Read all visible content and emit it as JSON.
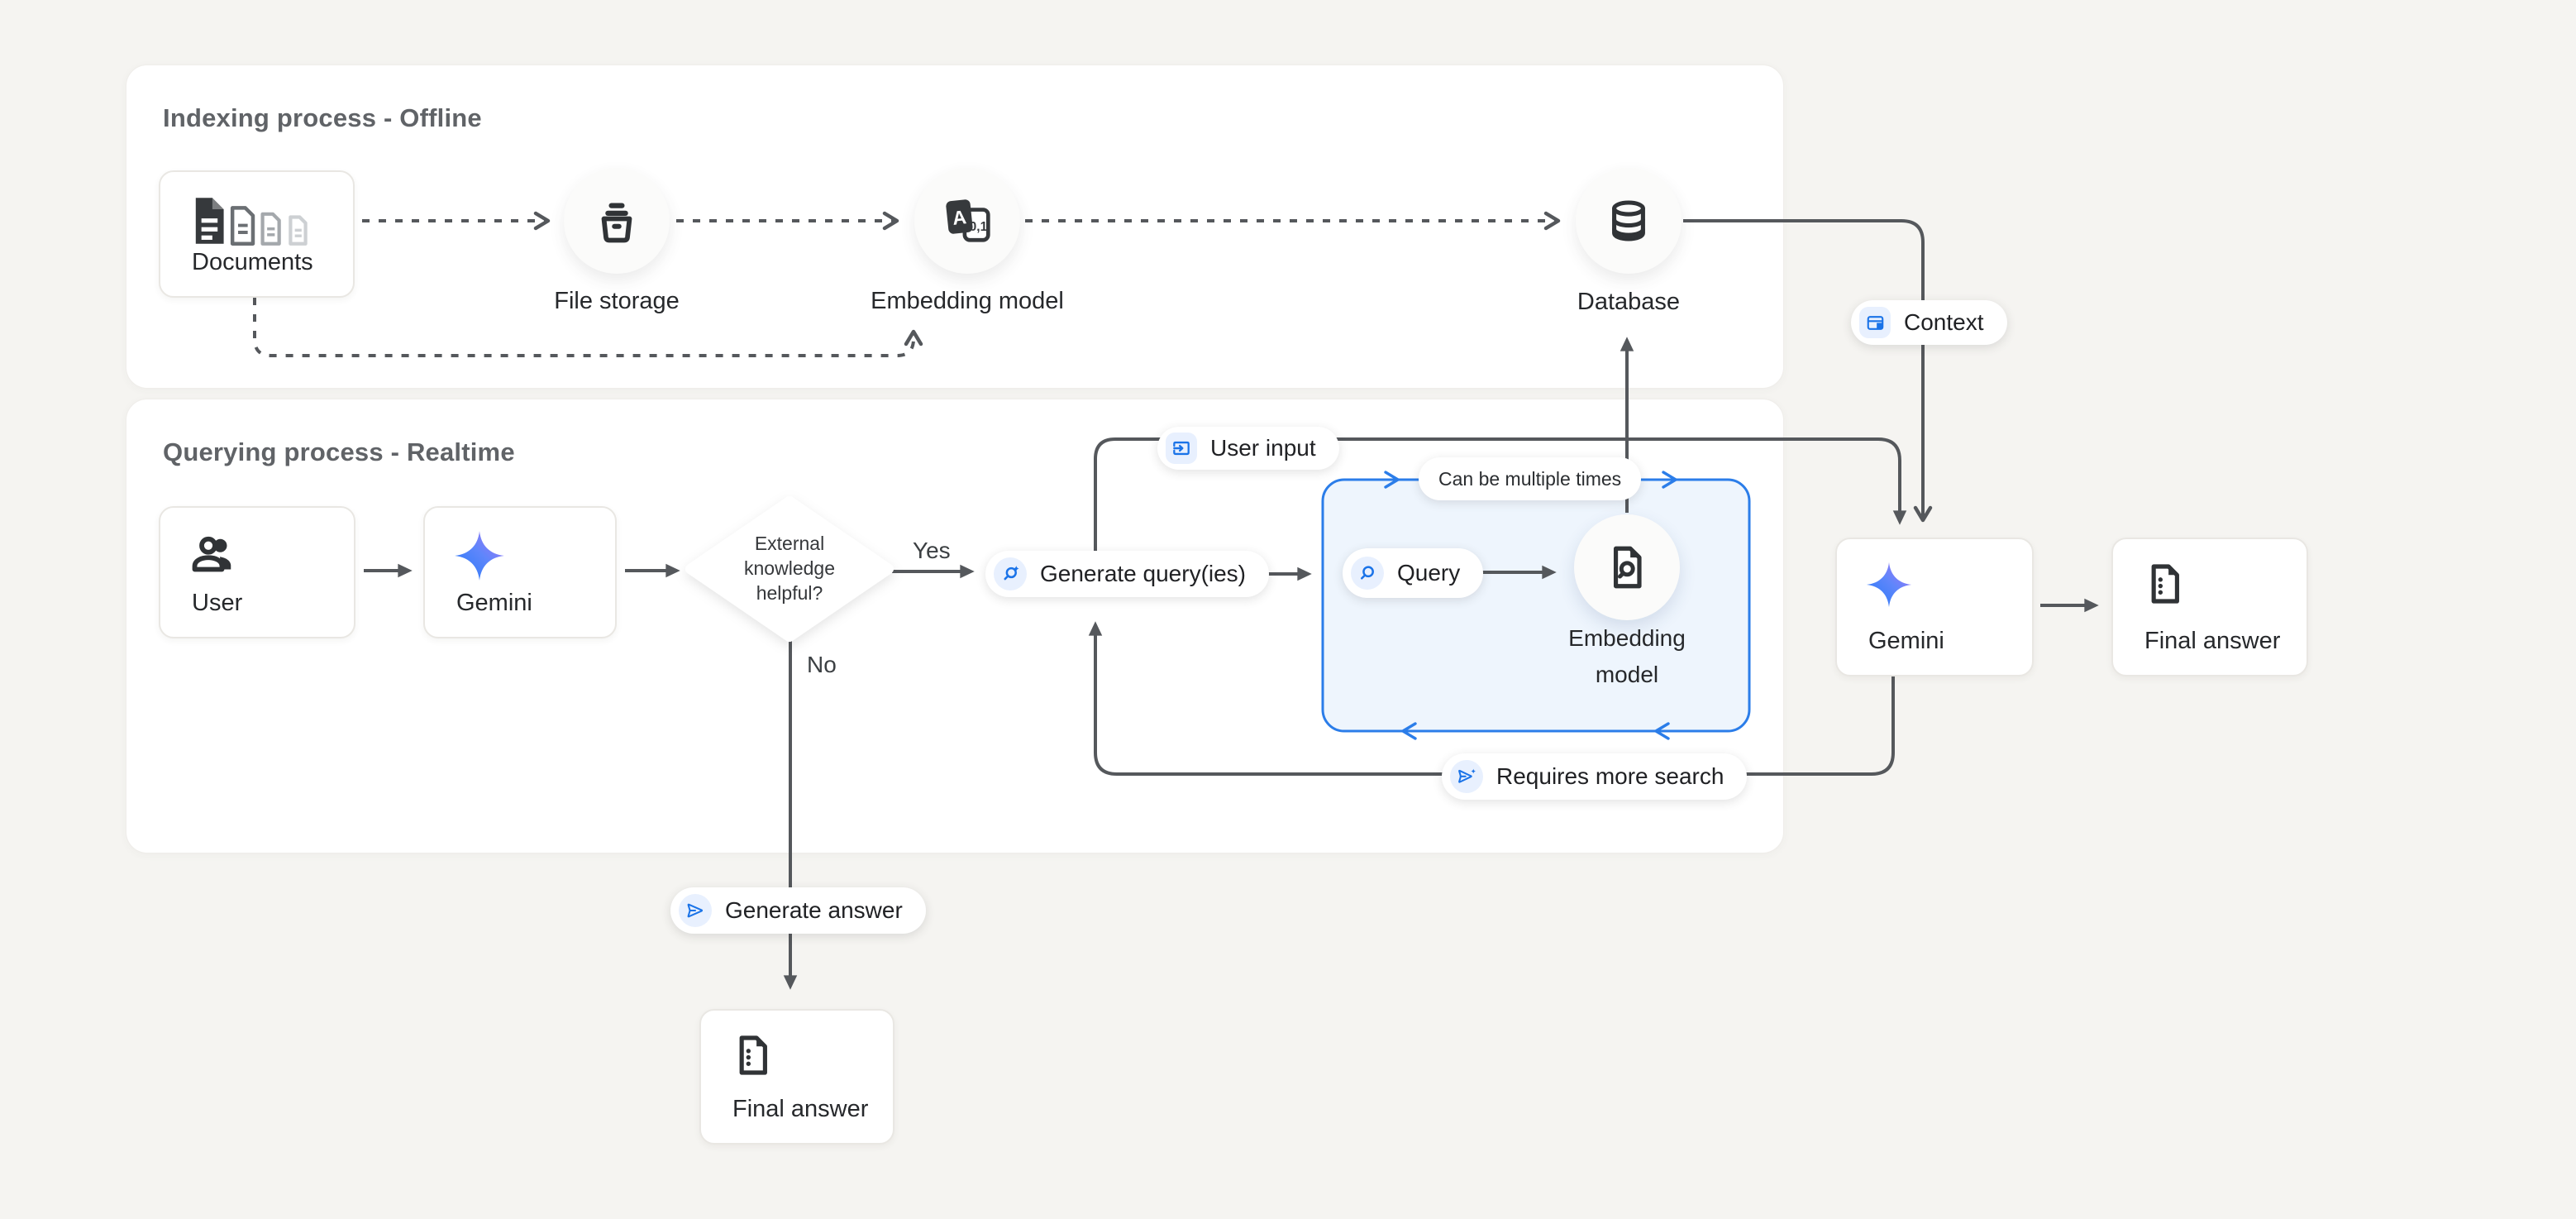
{
  "colors": {
    "canvas_bg": "#f5f4f1",
    "panel_bg": "#ffffff",
    "connector_gray": "#55585c",
    "accent_blue": "#1a73e8",
    "loop_border_blue": "#2b7de9",
    "loop_fill": "#eef5fd",
    "pill_icon_bg": "#e8f0fe",
    "gemini_gradient_start": "#2f7bf7",
    "gemini_gradient_end": "#9d78f6"
  },
  "indexing": {
    "title": "Indexing process - Offline",
    "documents": "Documents",
    "file_storage": "File storage",
    "embedding_model": "Embedding model",
    "database": "Database"
  },
  "querying": {
    "title": "Querying process - Realtime",
    "user": "User",
    "gemini": "Gemini",
    "decision": {
      "line1": "External",
      "line2": "knowledge",
      "line3": "helpful?"
    },
    "yes": "Yes",
    "no": "No",
    "generate_queries": "Generate query(ies)",
    "loop_note": "Can be multiple times",
    "query": "Query",
    "embedding_model": {
      "line1": "Embedding",
      "line2": "model"
    },
    "user_input": "User input",
    "requires_more_search": "Requires more search",
    "generate_answer": "Generate answer",
    "final_answer": "Final answer"
  },
  "answer_path": {
    "context": "Context",
    "gemini": "Gemini",
    "final_answer": "Final answer"
  }
}
